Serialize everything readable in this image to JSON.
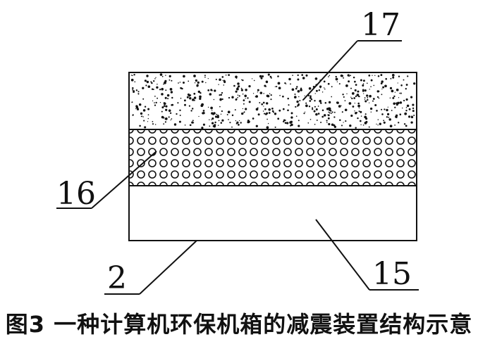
{
  "labels": {
    "top_layer": "17",
    "middle_layer": "16",
    "device": "2",
    "bottom_layer": "15"
  },
  "caption": "图3 一种计算机环保机箱的减震装置结构示意",
  "colors": {
    "ink": "#111111",
    "background": "#ffffff"
  }
}
